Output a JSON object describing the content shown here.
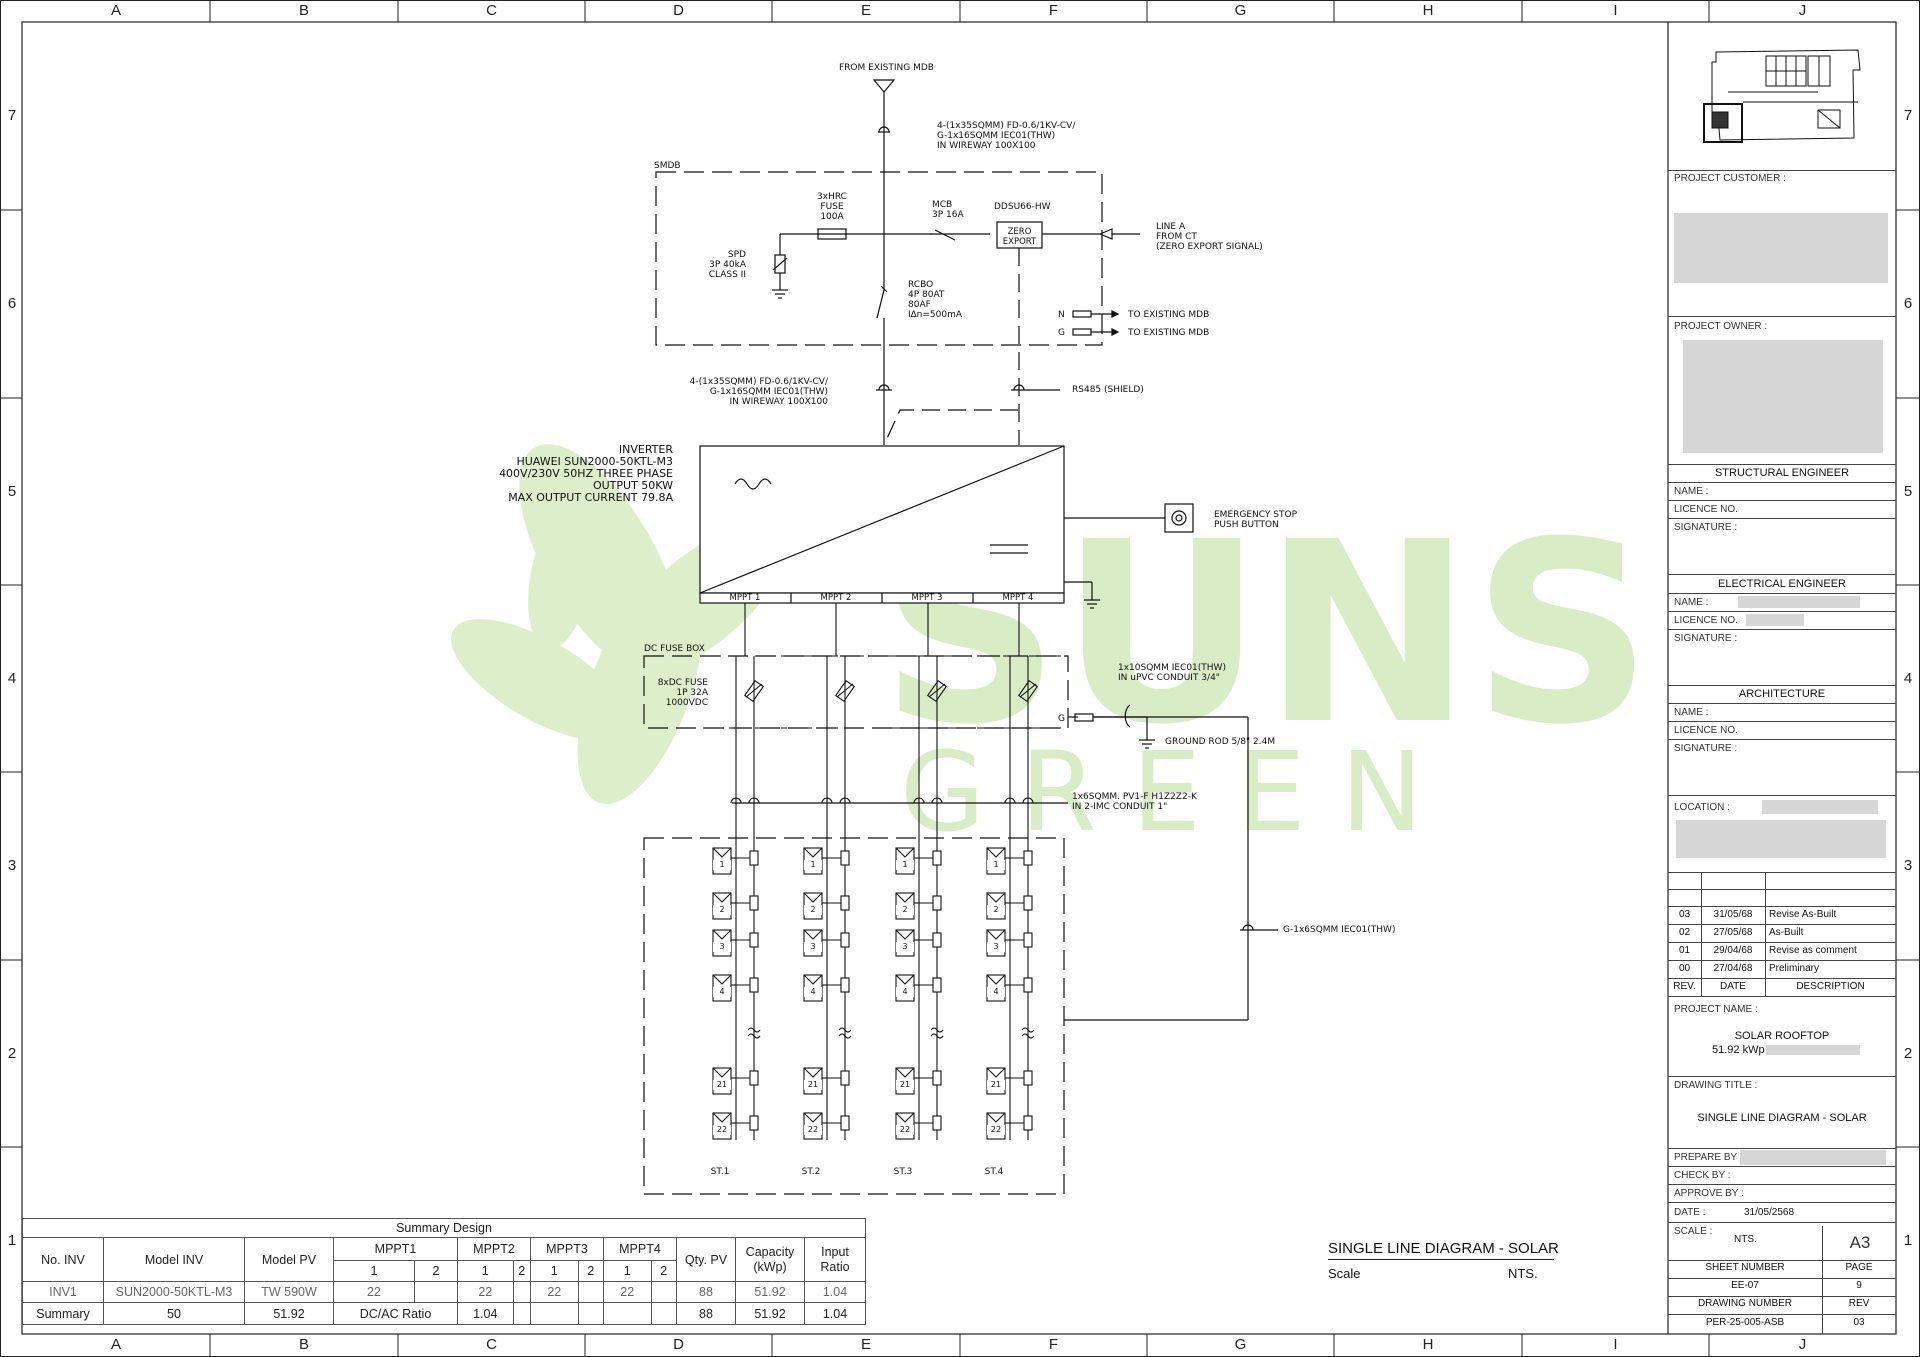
{
  "grid": {
    "columns": [
      "A",
      "B",
      "C",
      "D",
      "E",
      "F",
      "G",
      "H",
      "I",
      "J"
    ],
    "rows": [
      "7",
      "6",
      "5",
      "4",
      "3",
      "2",
      "1"
    ]
  },
  "watermark": {
    "word1": "SUNS",
    "word2": "G R E E N"
  },
  "diagram": {
    "from_mdb": "FROM EXISTING MDB",
    "cable_in": "4-(1x35SQMM) FD-0.6/1KV-CV/\nG-1x16SQMM IEC01(THW)\nIN WIREWAY 100X100",
    "smdb": "SMDB",
    "fuse": "3xHRC\nFUSE\n100A",
    "mcb": "MCB\n3P 16A",
    "meter": "DDSU66-HW",
    "zero_export": "ZERO\nEXPORT",
    "line_a": "LINE A\nFROM CT\n(ZERO EXPORT SIGNAL)",
    "spd": "SPD\n3P 40kA\nCLASS II",
    "rcbo": "RCBO\n4P 80AT\n80AF\nI∆n=500mA",
    "n_label": "N",
    "g_label": "G",
    "to_mdb_n": "TO EXISTING MDB",
    "to_mdb_g": "TO EXISTING MDB",
    "cable_out": "4-(1x35SQMM) FD-0.6/1KV-CV/\nG-1x16SQMM IEC01(THW)\nIN WIREWAY 100X100",
    "rs485": "RS485 (SHIELD)",
    "inverter": "INVERTER\nHUAWEI SUN2000-50KTL-M3\n400V/230V 50HZ THREE PHASE\nOUTPUT 50KW\nMAX OUTPUT CURRENT 79.8A",
    "estop": "EMERGENCY STOP\nPUSH BUTTON",
    "mppt": [
      "MPPT 1",
      "MPPT 2",
      "MPPT 3",
      "MPPT 4"
    ],
    "dc_fuse_box": "DC FUSE BOX",
    "dc_fuse": "8xDC FUSE\n1P 32A\n1000VDC",
    "ground_cable": "1x10SQMM IEC01(THW)\nIN uPVC CONDUIT 3/4\"",
    "ground_rod": "GROUND ROD 5/8\" 2.4M",
    "pv_cable": "1x6SQMM. PV1-F H1Z2Z2-K\nIN 2-IMC CONDUIT 1\"",
    "g_cable": "G-1x6SQMM IEC01(THW)",
    "panel_numbers": [
      "1",
      "2",
      "3",
      "4",
      "21",
      "22"
    ],
    "strings": [
      "ST.1",
      "ST.2",
      "ST.3",
      "ST.4"
    ],
    "title": "SINGLE LINE DIAGRAM - SOLAR",
    "scale_label": "Scale",
    "scale_value": "NTS."
  },
  "summary": {
    "title": "Summary Design",
    "headers": {
      "no_inv": "No. INV",
      "model_inv": "Model INV",
      "model_pv": "Model PV",
      "mppt": [
        "MPPT1",
        "MPPT2",
        "MPPT3",
        "MPPT4"
      ],
      "sub": [
        "1",
        "2"
      ],
      "qty_pv": "Qty. PV",
      "capacity": "Capacity\n(kWp)",
      "input_ratio": "Input\nRatio"
    },
    "row1": {
      "no": "INV1",
      "model_inv": "SUN2000-50KTL-M3",
      "model_pv": "TW 590W",
      "m1a": "22",
      "m1b": "",
      "m2a": "22",
      "m2b": "",
      "m3a": "22",
      "m3b": "",
      "m4a": "22",
      "m4b": "",
      "qty": "88",
      "cap": "51.92",
      "ratio": "1.04"
    },
    "row2": {
      "no": "Summary",
      "model_inv": "50",
      "model_pv": "51.92",
      "dc_ac": "DC/AC Ratio",
      "dc_ac_val": "1.04",
      "qty": "88",
      "cap": "51.92",
      "ratio": "1.04"
    }
  },
  "titleblock": {
    "project_customer": "PROJECT CUSTOMER :",
    "project_owner": "PROJECT OWNER :",
    "structural": "STRUCTURAL ENGINEER",
    "electrical": "ELECTRICAL ENGINEER",
    "architecture": "ARCHITECTURE",
    "name": "NAME :",
    "licence": "LICENCE NO.",
    "signature": "SIGNATURE :",
    "location": "LOCATION :",
    "revisions": [
      {
        "rev": "03",
        "date": "31/05/68",
        "desc": "Revise As-Built"
      },
      {
        "rev": "02",
        "date": "27/05/68",
        "desc": "As-Built"
      },
      {
        "rev": "01",
        "date": "29/04/68",
        "desc": "Revise as comment"
      },
      {
        "rev": "00",
        "date": "27/04/68",
        "desc": "Preliminary"
      }
    ],
    "rev_head": "REV.",
    "date_head": "DATE",
    "desc_head": "DESCRIPTION",
    "project_name_label": "PROJECT NAME :",
    "project_name": "SOLAR ROOFTOP",
    "project_kwp": "51.92 kWp",
    "drawing_title_label": "DRAWING TITLE :",
    "drawing_title": "SINGLE LINE DIAGRAM - SOLAR",
    "prepare_by": "PREPARE BY :",
    "check_by": "CHECK BY :",
    "approve_by": "APPROVE BY :",
    "date_label": "DATE :",
    "date_value": "31/05/2568",
    "scale_label": "SCALE :",
    "scale_value": "NTS.",
    "paper": "A3",
    "sheet_number_label": "SHEET NUMBER",
    "page_label": "PAGE",
    "sheet_number": "EE-07",
    "page": "9",
    "drawing_number_label": "DRAWING NUMBER",
    "rev_label": "REV",
    "drawing_number": "PER-25-005-ASB",
    "rev": "03"
  }
}
